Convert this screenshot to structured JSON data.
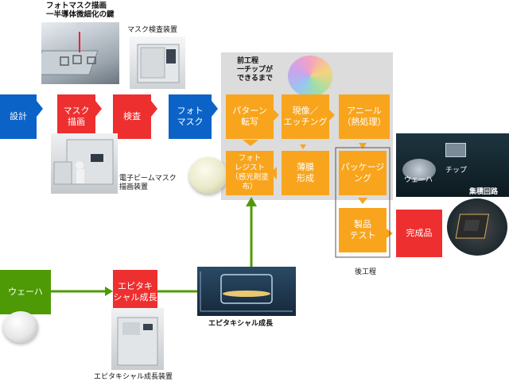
{
  "title": "フォトマスク描画\n一半導体微細化の鍵",
  "front_process": {
    "label": "前工程\n一チップが\nできるまで",
    "steps": {
      "pattern": "パターン\n転写",
      "develop": "現像／\nエッチング",
      "anneal": "アニール\n（熱処理）",
      "resist": "フォト\nレジスト\n（感光剤塗布）",
      "film": "薄膜\n形成"
    }
  },
  "mask_flow": {
    "design": "設計",
    "mask_draw": "マスク\n描画",
    "inspect": "検査",
    "photomask": "フォト\nマスク"
  },
  "back_process": {
    "label": "後工程",
    "packaging": "パッケージ\nング",
    "product_test": "製品\nテスト"
  },
  "finished": "完成品",
  "wafer_flow": {
    "wafer": "ウェーハ",
    "epitaxy": "エピタキ\nシャル成長"
  },
  "captions": {
    "mask_inspection": "マスク検査装置",
    "ebeam": "電子ビームマスク\n描画装置",
    "epi_growth": "エピタキシャル成長",
    "epi_equipment": "エピタキシャル成長装置"
  },
  "ic_inset": {
    "wafer": "ウェーハ",
    "chip": "チップ",
    "ic": "集積回路"
  },
  "colors": {
    "blue": "#0b63c7",
    "red": "#ee2f2f",
    "orange": "#f8a51d",
    "green": "#4e9a06",
    "gray_panel": "#dcdcdc"
  }
}
